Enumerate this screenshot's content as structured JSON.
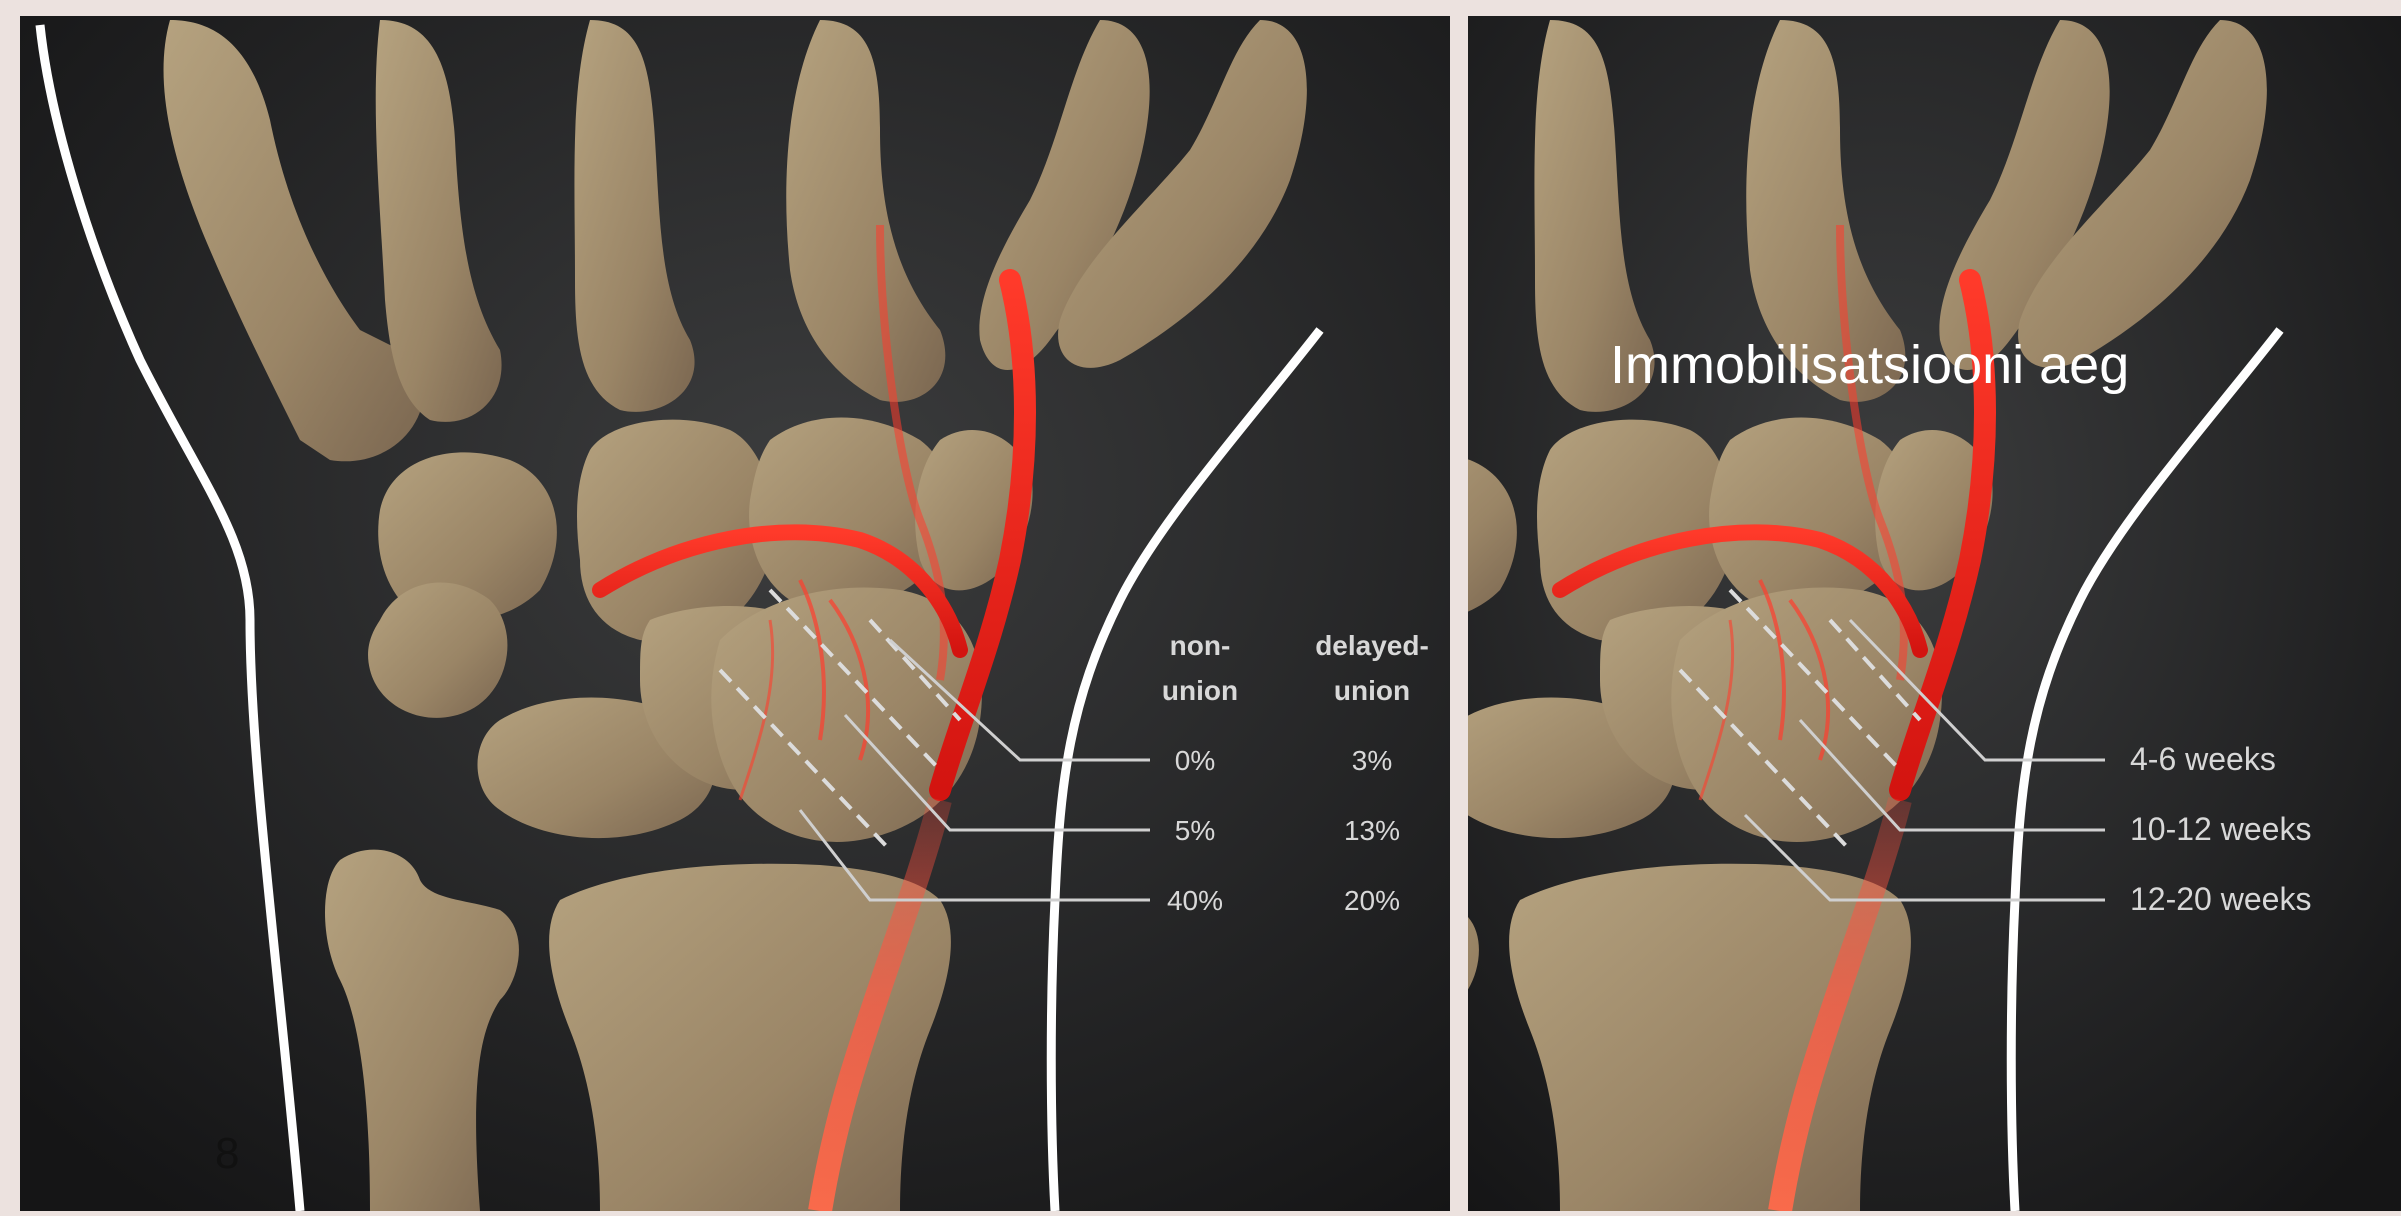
{
  "slide": {
    "page_number": "8",
    "right_heading": "Immobilisatsiooni aeg",
    "background_color": "#ece2df"
  },
  "left_panel": {
    "header_nonunion": [
      "non-",
      "union"
    ],
    "header_delayed": [
      "delayed-",
      "union"
    ],
    "rows": [
      {
        "nonunion": "0%",
        "delayed": "3%"
      },
      {
        "nonunion": "5%",
        "delayed": "13%"
      },
      {
        "nonunion": "40%",
        "delayed": "20%"
      }
    ]
  },
  "right_panel": {
    "rows": [
      "4-6 weeks",
      "10-12 weeks",
      "12-20 weeks"
    ]
  },
  "colors": {
    "panel_bg": "#2a2b2c",
    "bone": "#a08b6c",
    "artery": "#e8231a",
    "outline": "#ffffff",
    "label": "#d8d8d8"
  }
}
